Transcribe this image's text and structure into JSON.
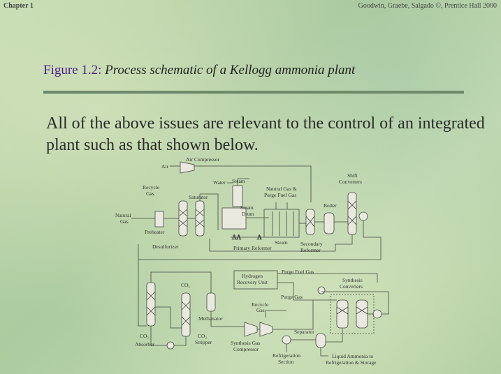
{
  "header": {
    "chapter": "Chapter 1",
    "credit": "Goodwin, Graebe, Salgado ©, Prentice Hall 2000"
  },
  "figure": {
    "number": "Figure 1.2:",
    "caption": "Process schematic of a Kellogg ammonia plant"
  },
  "body_text": "All of the above issues are relevant to the control of an integrated plant such as that shown below.",
  "diagram": {
    "labels": {
      "air_compressor": "Air Compressor",
      "air": "Air",
      "water": "Water",
      "steam_top": "Steam",
      "recycle_gas_1": "Recycle",
      "recycle_gas_1b": "Gas",
      "saturator": "Saturator",
      "natural_gas_purge_1": "Natural Gas &",
      "natural_gas_purge_2": "Purge Fuel Gas",
      "shift_1": "Shift",
      "shift_2": "Converters",
      "natural_gas_1": "Natural",
      "natural_gas_2": "Gas",
      "steam_drum_1": "Steam",
      "steam_drum_2": "Drum",
      "boiler": "Boiler",
      "preheater": "Preheater",
      "desulfurizer": "Desulfurizer",
      "steam_bottom": "Steam",
      "primary_reformer": "Primary Reformer",
      "secondary_1": "Secondary",
      "secondary_2": "Reformer",
      "purge_fuel_gas": "Purge Fuel Gas",
      "hydrogen_1": "Hydrogen",
      "hydrogen_2": "Recovery Unit",
      "co2_top": "CO₂",
      "synthesis_conv_1": "Synthesis",
      "synthesis_conv_2": "Converters",
      "purge_gas": "Purge Gas",
      "recycle_gas_2": "Recycle",
      "recycle_gas_2b": "Gas",
      "methanator": "Methanator",
      "separator": "Separator",
      "co2_absorber_1": "CO₂",
      "co2_absorber_2": "Absorber",
      "co2_stripper_1": "CO₂",
      "co2_stripper_2": "Stripper",
      "syn_comp_1": "Synthesis Gas",
      "syn_comp_2": "Compressor",
      "refrig_1": "Refrigeration",
      "refrig_2": "Section",
      "liquid_1": "Liquid Ammonia to",
      "liquid_2": "Refrigeration & Storage"
    }
  }
}
